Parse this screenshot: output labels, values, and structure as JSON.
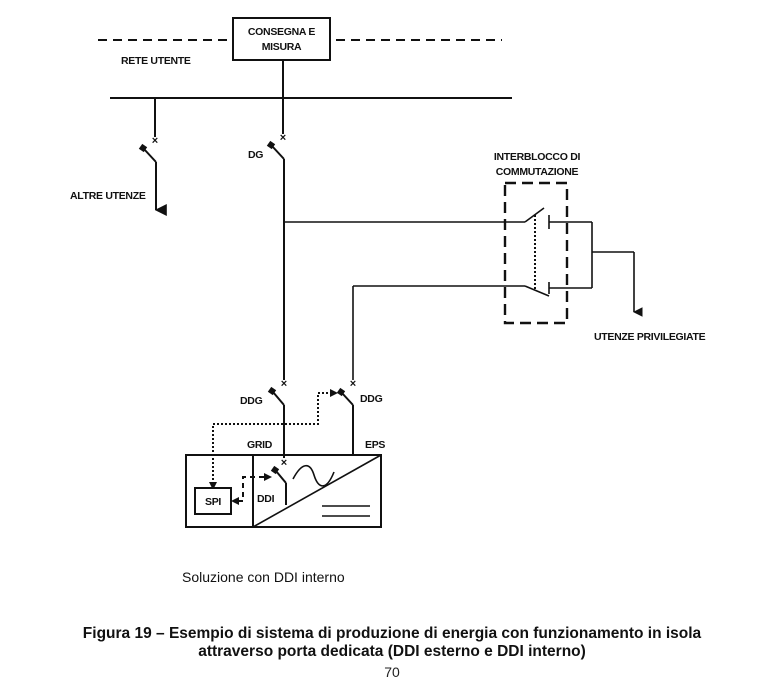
{
  "figure": {
    "labels": {
      "consegna_line1": "CONSEGNA E",
      "consegna_line2": "MISURA",
      "rete_utente": "RETE UTENTE",
      "altre_utenze": "ALTRE UTENZE",
      "dg": "DG",
      "interblocco_line1": "INTERBLOCCO DI",
      "interblocco_line2": "COMMUTAZIONE",
      "utenze_privilegiate": "UTENZE PRIVILEGIATE",
      "ddg_left": "DDG",
      "ddg_right": "DDG",
      "grid": "GRID",
      "eps": "EPS",
      "spi": "SPI",
      "ddi": "DDI"
    },
    "subtitle": "Soluzione con DDI interno",
    "caption_line1": "Figura 19 – Esempio di sistema di produzione di energia con funzionamento in isola",
    "caption_line2": "attraverso porta dedicata (DDI esterno e DDI interno)",
    "page_number": "70"
  }
}
